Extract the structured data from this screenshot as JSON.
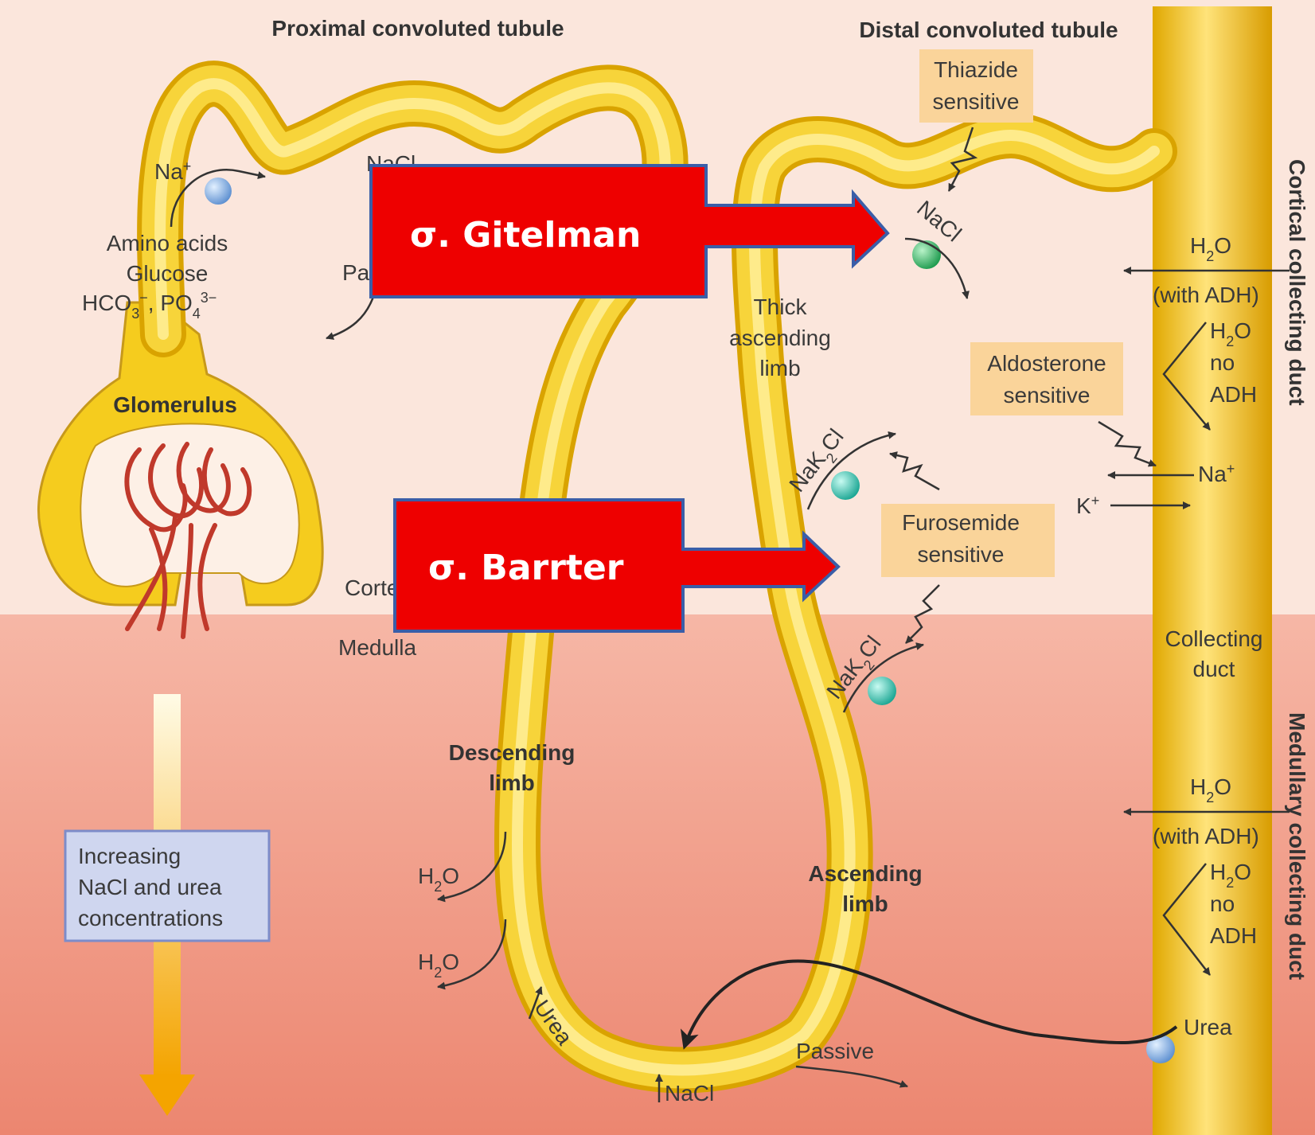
{
  "headings": {
    "proximal": "Proximal convoluted tubule",
    "distal": "Distal convoluted tubule",
    "cortical_duct": "Cortical collecting duct",
    "medullary_duct": "Medullary collecting duct"
  },
  "regions": {
    "cortex": "Cortex",
    "medulla": "Medulla"
  },
  "structures": {
    "glomerulus": "Glomerulus",
    "thick_ascending_1": "Thick",
    "thick_ascending_2": "ascending",
    "thick_ascending_3": "limb",
    "descending_1": "Descending",
    "descending_2": "limb",
    "ascending_1": "Ascending",
    "ascending_2": "limb",
    "collecting_1": "Collecting",
    "collecting_2": "duct"
  },
  "proximal_labels": {
    "na": "Na",
    "na_sup": "+",
    "nacl": "NaCl",
    "passive_partial": "Pa",
    "amino_acids": "Amino acids",
    "glucose": "Glucose",
    "hco3": "HCO",
    "hco3_sub": "3",
    "hco3_sup": "−",
    "po4": ", PO",
    "po4_sub": "4",
    "po4_sup": "3−"
  },
  "transport": {
    "nacl_dct": "NaCl",
    "nak2cl_upper": "NaK",
    "nak2cl_lower": "NaK",
    "nak2cl_sub": "2",
    "nak2cl_suffix": "Cl",
    "h2o_left_1": "H",
    "h2o_left_2": "H",
    "urea_loop": "Urea",
    "nacl_loop": "NaCl",
    "passive": "Passive",
    "urea_duct": "Urea",
    "na_duct": "Na",
    "na_duct_sup": "+",
    "k_duct": "K",
    "k_duct_sup": "+"
  },
  "water": {
    "h": "H",
    "sub": "2",
    "o": "O",
    "with_adh": "(with ADH)",
    "no": "no",
    "adh": "ADH"
  },
  "drug_boxes": {
    "thiazide_1": "Thiazide",
    "thiazide_2": "sensitive",
    "aldosterone_1": "Aldosterone",
    "aldosterone_2": "sensitive",
    "furosemide_1": "Furosemide",
    "furosemide_2": "sensitive"
  },
  "legend": {
    "line1": "Increasing",
    "line2": "NaCl and urea",
    "line3": "concentrations"
  },
  "callouts": {
    "gitelman": "σ.  Gitelman",
    "barrter": "σ.  Barrter"
  },
  "colors": {
    "cortex_bg": "#fbe6dc",
    "medulla_bg": "#f29a86",
    "tubule": "#f5cc1e",
    "callout_red": "#ee0000",
    "drug_box": "#fad49a",
    "legend_box": "#cfd6ef"
  }
}
